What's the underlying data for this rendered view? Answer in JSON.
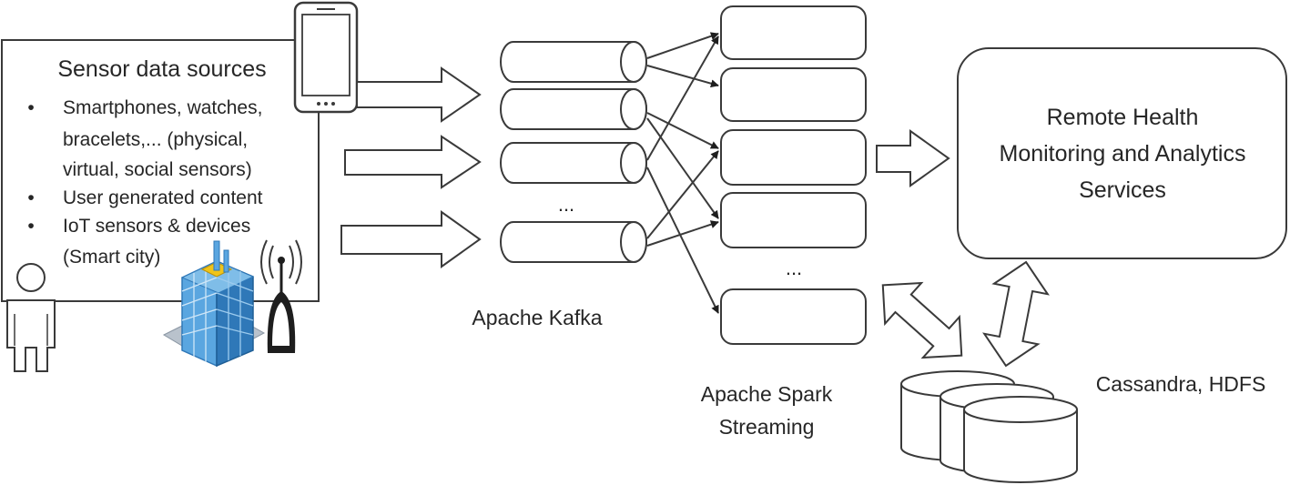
{
  "sources": {
    "title": "Sensor data sources",
    "bullets": [
      "Smartphones, watches,",
      "User generated content",
      "IoT sensors & devices"
    ],
    "continuations": [
      "bracelets,... (physical,",
      "virtual, social sensors)",
      "(Smart city)"
    ],
    "bullet_symbol": "•"
  },
  "kafka": {
    "label": "Apache Kafka",
    "ellipsis": "..."
  },
  "spark": {
    "label_line1": "Apache Spark",
    "label_line2": "Streaming",
    "ellipsis": "..."
  },
  "services": {
    "line1": "Remote Health",
    "line2": "Monitoring and Analytics",
    "line3": "Services"
  },
  "storage": {
    "label": "Cassandra, HDFS"
  },
  "icons": {
    "smartphone": "smartphone-icon",
    "person": "person-icon",
    "building": "smart-building-icon",
    "antenna": "antenna-icon",
    "database": "database-icon"
  },
  "colors": {
    "stroke": "#3a3a3a",
    "text": "#262626",
    "building_blue": "#5aa6e0",
    "building_dark": "#2f78b8",
    "building_accent": "#f0c419"
  }
}
